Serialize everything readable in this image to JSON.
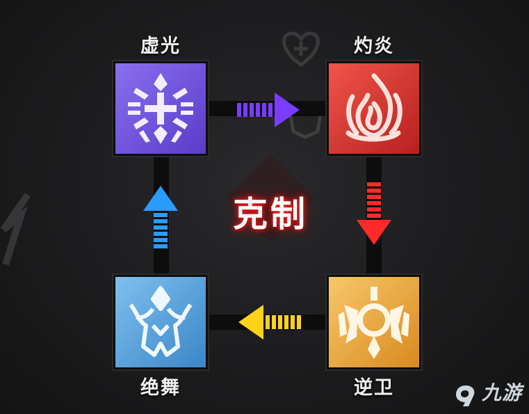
{
  "diagram": {
    "center_label": "克制",
    "nodes": [
      {
        "id": "xuguang",
        "label": "虚光",
        "color": "#7b5cea",
        "icon": "snowflake-icon"
      },
      {
        "id": "zhuoyan",
        "label": "灼炎",
        "color": "#e03a34",
        "icon": "flame-icon"
      },
      {
        "id": "niwei",
        "label": "逆卫",
        "color": "#f0a53a",
        "icon": "guardian-icon"
      },
      {
        "id": "juewu",
        "label": "绝舞",
        "color": "#5aa6e4",
        "icon": "winged-crest-icon"
      }
    ],
    "arrows": [
      {
        "from": "xuguang",
        "to": "zhuoyan",
        "color": "#7a3cff"
      },
      {
        "from": "zhuoyan",
        "to": "niwei",
        "color": "#ff2a2a"
      },
      {
        "from": "niwei",
        "to": "juewu",
        "color": "#ffd21a"
      },
      {
        "from": "juewu",
        "to": "xuguang",
        "color": "#2a9cff"
      }
    ]
  },
  "watermark": {
    "text": "九游",
    "icon": "nine-game-logo-icon"
  }
}
